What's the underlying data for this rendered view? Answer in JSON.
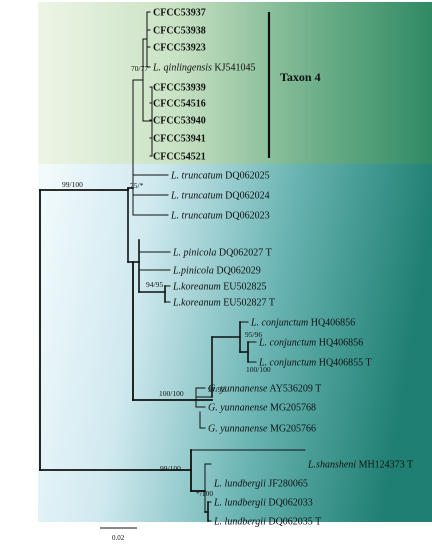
{
  "taxon_group": {
    "label": "Taxon 4"
  },
  "tips": [
    {
      "id": "t1",
      "genus": "",
      "code": "CFCC53937",
      "bold": true
    },
    {
      "id": "t2",
      "genus": "",
      "code": "CFCC53938",
      "bold": true
    },
    {
      "id": "t3",
      "genus": "",
      "code": "CFCC53923",
      "bold": true
    },
    {
      "id": "t4",
      "genus": "L. qinlingensis",
      "code": " KJ541045",
      "bold": false
    },
    {
      "id": "t5",
      "genus": "",
      "code": "CFCC53939",
      "bold": true
    },
    {
      "id": "t6",
      "genus": "",
      "code": "CFCC54516",
      "bold": true
    },
    {
      "id": "t7",
      "genus": "",
      "code": "CFCC53940",
      "bold": true
    },
    {
      "id": "t8",
      "genus": "",
      "code": "CFCC53941",
      "bold": true
    },
    {
      "id": "t9",
      "genus": "",
      "code": "CFCC54521",
      "bold": true
    },
    {
      "id": "t10",
      "genus": "L. truncatum",
      "code": " DQ062025",
      "bold": false
    },
    {
      "id": "t11",
      "genus": "L. truncatum",
      "code": " DQ062024",
      "bold": false
    },
    {
      "id": "t12",
      "genus": "L. truncatum",
      "code": " DQ062023",
      "bold": false
    },
    {
      "id": "t13",
      "genus": "L. pinicola",
      "code": " DQ062027 T",
      "bold": false
    },
    {
      "id": "t14",
      "genus": "L.pinicola",
      "code": " DQ062029",
      "bold": false
    },
    {
      "id": "t15",
      "genus": "L.koreanum",
      "code": " EU502825",
      "bold": false
    },
    {
      "id": "t16",
      "genus": "L.koreanum",
      "code": " EU502827 T",
      "bold": false
    },
    {
      "id": "t17",
      "genus": "L. conjunctum",
      "code": " HQ406856",
      "bold": false
    },
    {
      "id": "t18",
      "genus": "L. conjunctum",
      "code": " HQ406856",
      "bold": false
    },
    {
      "id": "t19",
      "genus": "L. conjunctum",
      "code": " HQ406855 T",
      "bold": false
    },
    {
      "id": "t20",
      "genus": "G. yunnanense",
      "code": " AY536209 T",
      "bold": false
    },
    {
      "id": "t21",
      "genus": "G. yunnanense",
      "code": " MG205768",
      "bold": false
    },
    {
      "id": "t22",
      "genus": "G. yunnanense",
      "code": " MG205766",
      "bold": false
    },
    {
      "id": "t23",
      "genus": "L.shansheni",
      "code": " MH124373 T",
      "bold": false
    },
    {
      "id": "t24",
      "genus": "L. lundbergii",
      "code": " JF280065",
      "bold": false
    },
    {
      "id": "t25",
      "genus": "L. lundbergii",
      "code": " DQ062033",
      "bold": false
    },
    {
      "id": "t26",
      "genus": "L. lundbergii",
      "code": " DQ062035 T",
      "bold": false
    }
  ],
  "supports": [
    {
      "id": "s1",
      "text": "70/77"
    },
    {
      "id": "s2",
      "text": "99/100"
    },
    {
      "id": "s3",
      "text": "75/*"
    },
    {
      "id": "s4",
      "text": "94/95"
    },
    {
      "id": "s5",
      "text": "95/96"
    },
    {
      "id": "s6",
      "text": "100/100"
    },
    {
      "id": "s7",
      "text": "100/100"
    },
    {
      "id": "s8",
      "text": "97/92"
    },
    {
      "id": "s9",
      "text": "99/100"
    },
    {
      "id": "s10",
      "text": "*/100"
    }
  ],
  "scale_bar": {
    "label": "0.02"
  },
  "colors": {
    "top_band_left": "#eef5e6",
    "top_band_right": "#2f8a64",
    "bottom_left": "#f4fbfd",
    "bottom_right": "#1f7f72"
  }
}
